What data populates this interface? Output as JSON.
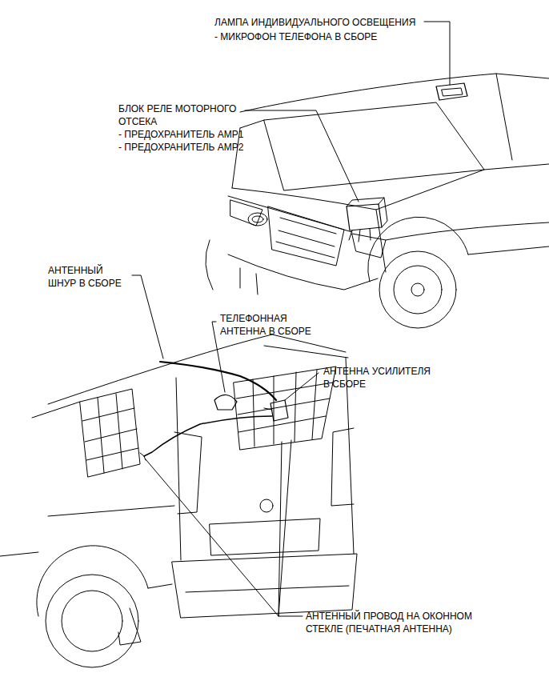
{
  "diagram": {
    "labels": [
      "ЛАМПА ИНДИВИДУАЛЬНОГО ОСВЕЩЕНИЯ",
      "- МИКРОФОН ТЕЛЕФОНА В СБОРЕ",
      "БЛОК РЕЛЕ МОТОРНОГО ОТСЕКА",
      "- ПРЕДОХРАНИТЕЛЬ AMP1",
      "- ПРЕДОХРАНИТЕЛЬ AMP2",
      "АНТЕННЫЙ ШНУР В СБОРЕ",
      "ТЕЛЕФОННАЯ АНТЕННА В СБОРЕ",
      "АНТЕННА УСИЛИТЕЛЯ В СБОРЕ",
      "АНТЕННЫЙ ПРОВОД НА ОКОННОМ СТЕКЛЕ (ПЕЧАТНАЯ АНТЕННА)"
    ]
  }
}
